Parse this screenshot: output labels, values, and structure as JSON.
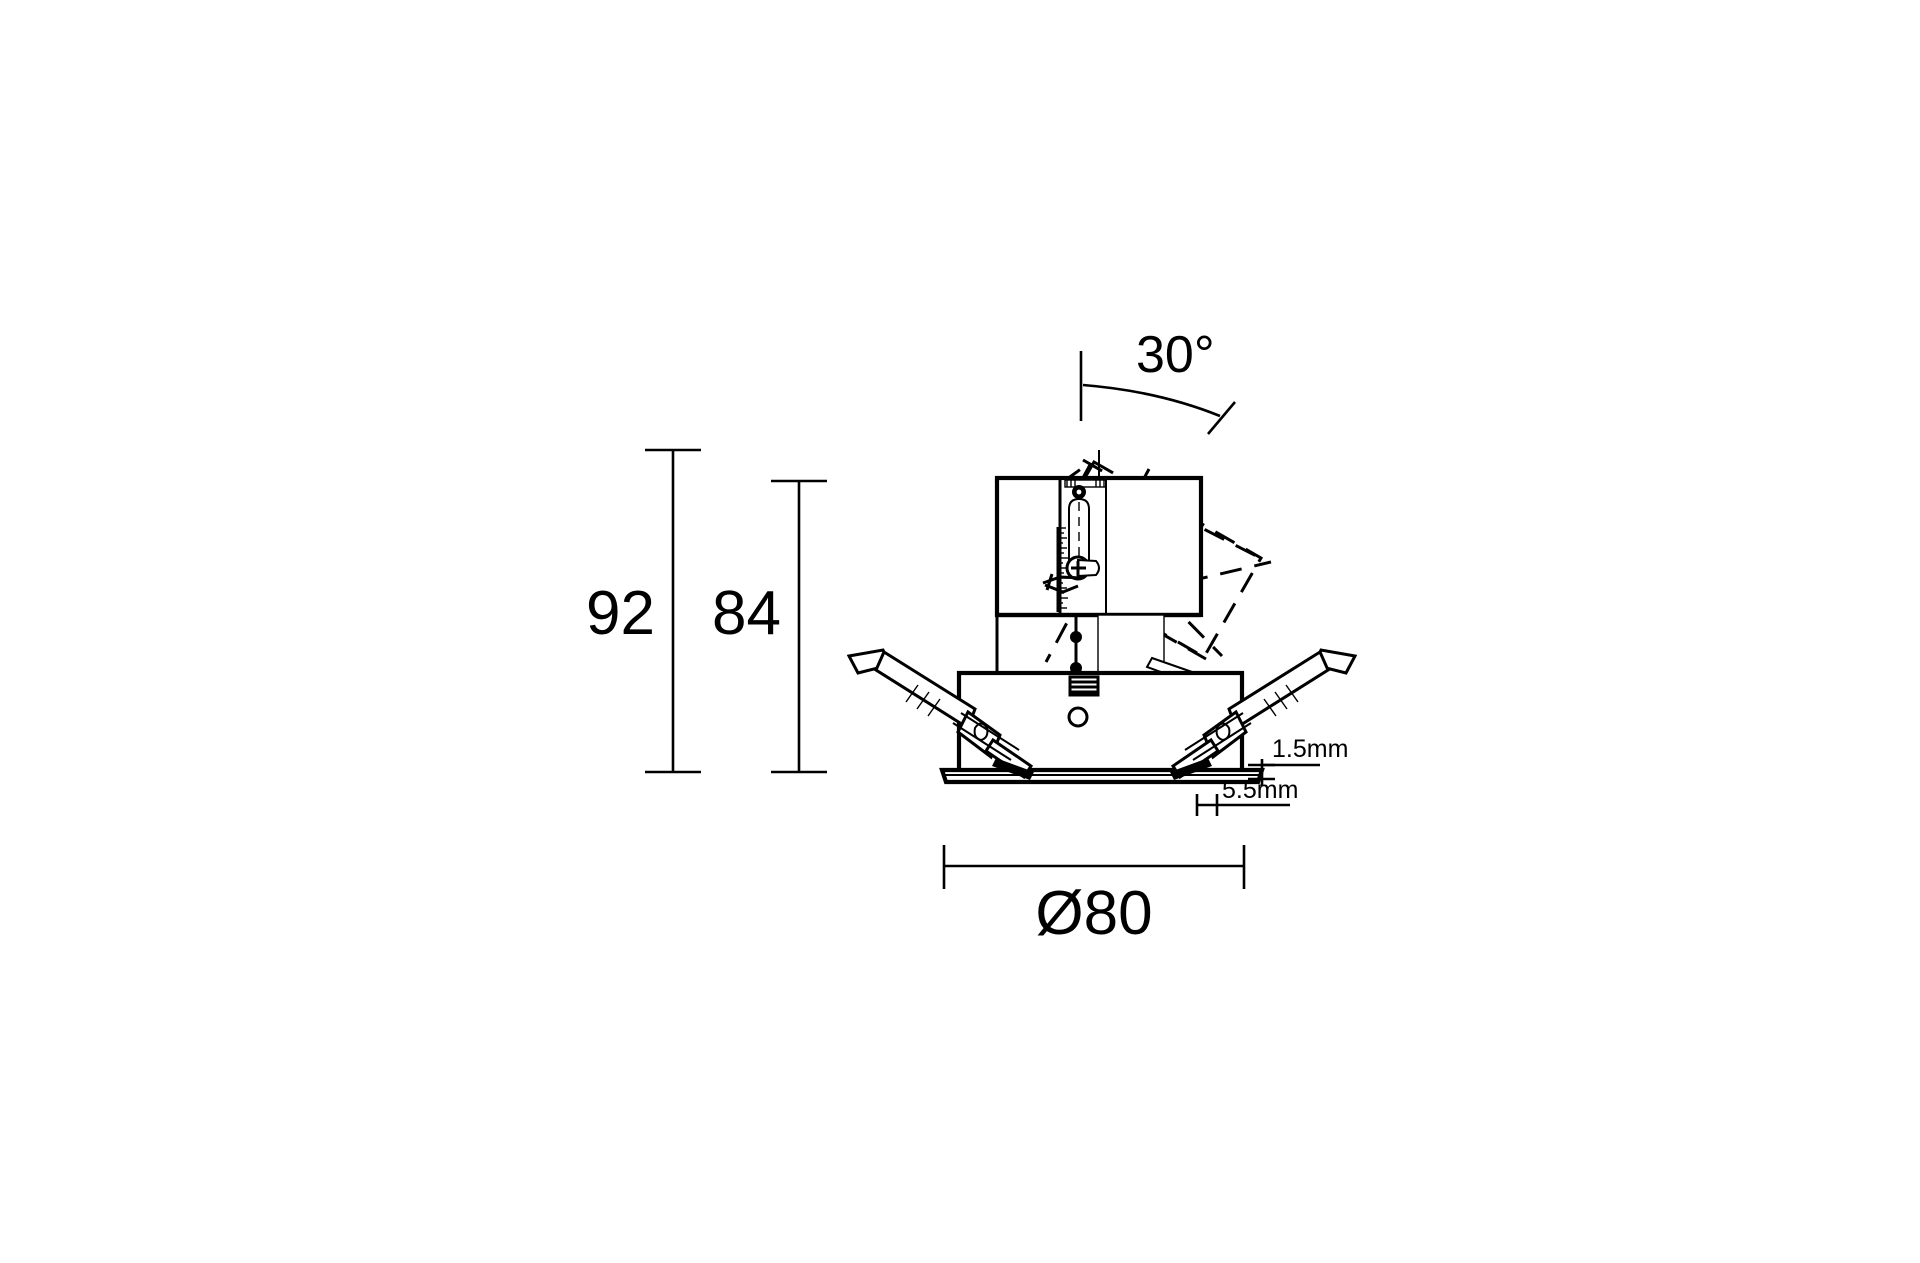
{
  "document": {
    "type": "technical-drawing",
    "subject": "Recessed adjustable downlight — dimensioned side section",
    "background_color": "#ffffff",
    "line_color": "#000000"
  },
  "dimensions": {
    "overall_height": {
      "label": "92",
      "unit": "mm",
      "orientation": "vertical",
      "position": "left-outer"
    },
    "recess_height": {
      "label": "84",
      "unit": "mm",
      "orientation": "vertical",
      "position": "left-inner"
    },
    "tilt_angle": {
      "label": "30°",
      "orientation": "arc",
      "position": "top-right"
    },
    "trim_thickness": {
      "label": "1.5mm",
      "orientation": "horizontal-leader",
      "position": "right-lower"
    },
    "trim_overhang": {
      "label": "5.5mm",
      "orientation": "horizontal-leader",
      "position": "right-lower"
    },
    "outer_diameter": {
      "label": "Ø80",
      "unit": "mm",
      "orientation": "horizontal",
      "position": "bottom-center"
    }
  },
  "parts": [
    {
      "name": "upper-housing",
      "description": "rectangular lamp housing with internal gimbal"
    },
    {
      "name": "gimbal-rotation-envelope",
      "description": "dashed outline showing housing rotated 30 degrees"
    },
    {
      "name": "mid-housing",
      "description": "intermediate collar between housing and trim can"
    },
    {
      "name": "trim-can",
      "description": "lower cylindrical can visible below ceiling"
    },
    {
      "name": "trim-flange",
      "description": "thin flange ring at bottom face"
    },
    {
      "name": "spring-clip-left",
      "description": "sprung mounting clip, left side"
    },
    {
      "name": "spring-clip-right",
      "description": "sprung mounting clip, right side"
    },
    {
      "name": "adjustment-screw",
      "description": "vertical slotted adjuster with knurled scale"
    },
    {
      "name": "terminal-block",
      "description": "small ribbed block on trim can front face"
    }
  ]
}
